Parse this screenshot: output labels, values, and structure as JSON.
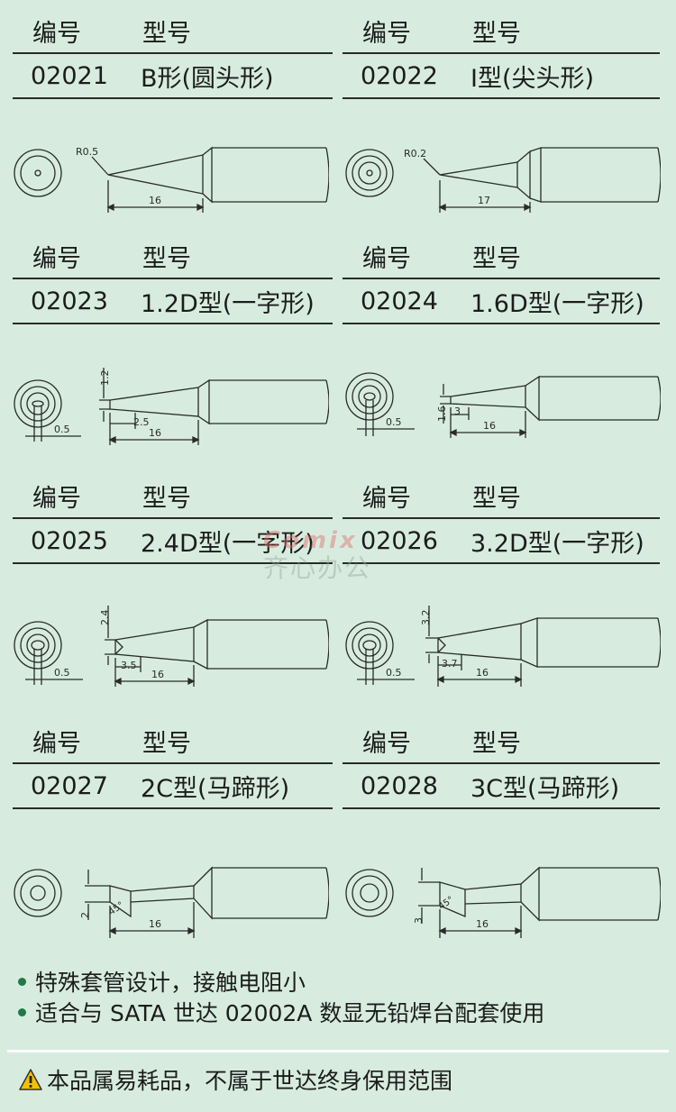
{
  "header": {
    "col1": "编号",
    "col2": "型号"
  },
  "tips": [
    {
      "code": "02021",
      "model": "B形(圆头形)",
      "dims": [
        "R0.5",
        "16"
      ]
    },
    {
      "code": "02022",
      "model": "I型(尖头形)",
      "dims": [
        "R0.2",
        "17"
      ]
    },
    {
      "code": "02023",
      "model": "1.2D型(一字形)",
      "dims": [
        "1.2",
        "2.5",
        "16",
        "0.5"
      ]
    },
    {
      "code": "02024",
      "model": "1.6D型(一字形)",
      "dims": [
        "3",
        "1.6",
        "16",
        "0.5"
      ]
    },
    {
      "code": "02025",
      "model": "2.4D型(一字形)",
      "dims": [
        "2.4",
        "3.5",
        "16",
        "0.5"
      ]
    },
    {
      "code": "02026",
      "model": "3.2D型(一字形)",
      "dims": [
        "3.2",
        "3.7",
        "16",
        "0.5"
      ]
    },
    {
      "code": "02027",
      "model": "2C型(马蹄形)",
      "dims": [
        "2",
        "45°",
        "16"
      ]
    },
    {
      "code": "02028",
      "model": "3C型(马蹄形)",
      "dims": [
        "3",
        "45°",
        "16"
      ]
    }
  ],
  "notes": [
    "特殊套管设计，接触电阻小",
    "适合与 SATA 世达 02002A 数显无铅焊台配套使用"
  ],
  "warning": "本品属易耗品，不属于世达终身保用范围",
  "watermark": {
    "brand": "Comix",
    "text": "齐心办公"
  },
  "colors": {
    "background": "#d7ecdf",
    "line": "#2a2a2a",
    "bullet": "#1f7a44",
    "warning": "#f2c200"
  }
}
